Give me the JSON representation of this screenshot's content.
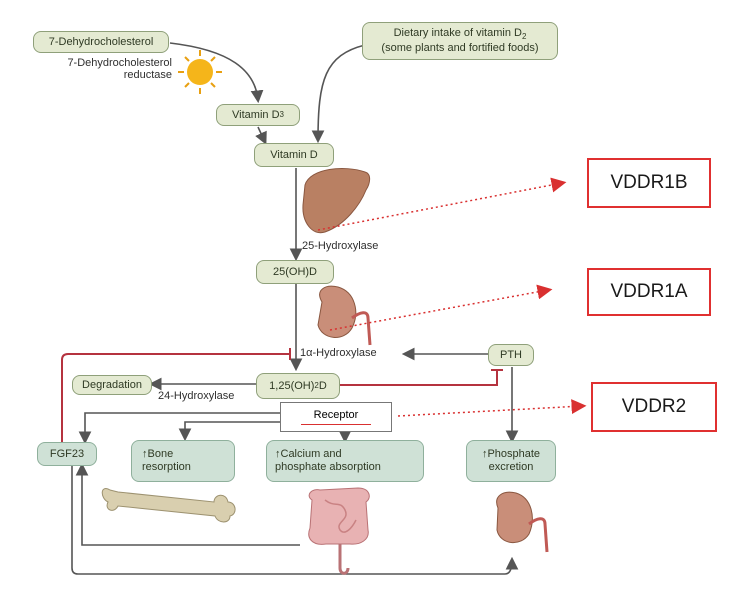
{
  "nodes": {
    "dehydrocholesterol": "7-Dehydrocholesterol",
    "reductase_line1": "7-Dehydrocholesterol",
    "reductase_line2": "reductase",
    "dietary_line1": "Dietary intake of vitamin D",
    "dietary_sub": "2",
    "dietary_line2": "(some plants and fortified foods)",
    "vitamin_d3": "Vitamin D",
    "vitamin_d3_sub": "3",
    "vitamin_d": "Vitamin D",
    "hydroxylase25": "25-Hydroxylase",
    "ohd25": "25(OH)D",
    "hydroxylase1a": "1α-Hydroxylase",
    "pth": "PTH",
    "degradation": "Degradation",
    "hydroxylase24": "24-Hydroxylase",
    "calcitriol_pre": "1,25(OH)",
    "calcitriol_sub": "2",
    "calcitriol_post": "D",
    "receptor": "Receptor",
    "fgf23": "FGF23",
    "bone_line1": "↑Bone",
    "bone_line2": "resorption",
    "calcium_line1": "↑Calcium and",
    "calcium_line2": "phosphate absorption",
    "phosphate_line1": "↑Phosphate",
    "phosphate_line2": "excretion"
  },
  "labels": {
    "vddr1b": "VDDR1B",
    "vddr1a": "VDDR1A",
    "vddr2": "VDDR2"
  },
  "colors": {
    "box_fill": "#e4ead2",
    "effect_fill": "#cfe1d6",
    "inhibit_red": "#b5333f",
    "annotation_red": "#d93030"
  }
}
